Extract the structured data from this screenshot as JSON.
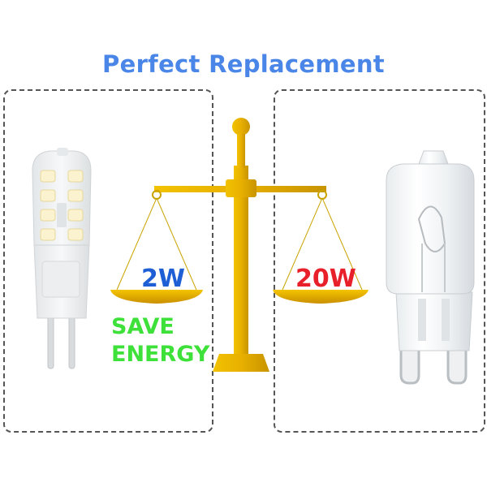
{
  "title": "Perfect Replacement",
  "left_pan_label": "2W",
  "right_pan_label": "20W",
  "save_line1": "SAVE",
  "save_line2": "ENERGY",
  "colors": {
    "title": "#4a86e8",
    "left_pan_text": "#1f5fd6",
    "right_pan_text": "#e8202a",
    "save_text": "#3ee03a",
    "scale_gold": "#e6b800",
    "scale_dark": "#b38600",
    "panel_border": "#555555"
  },
  "icons": {
    "led": "led-bulb-icon",
    "halogen": "halogen-bulb-icon",
    "scale": "balance-scale-icon"
  }
}
